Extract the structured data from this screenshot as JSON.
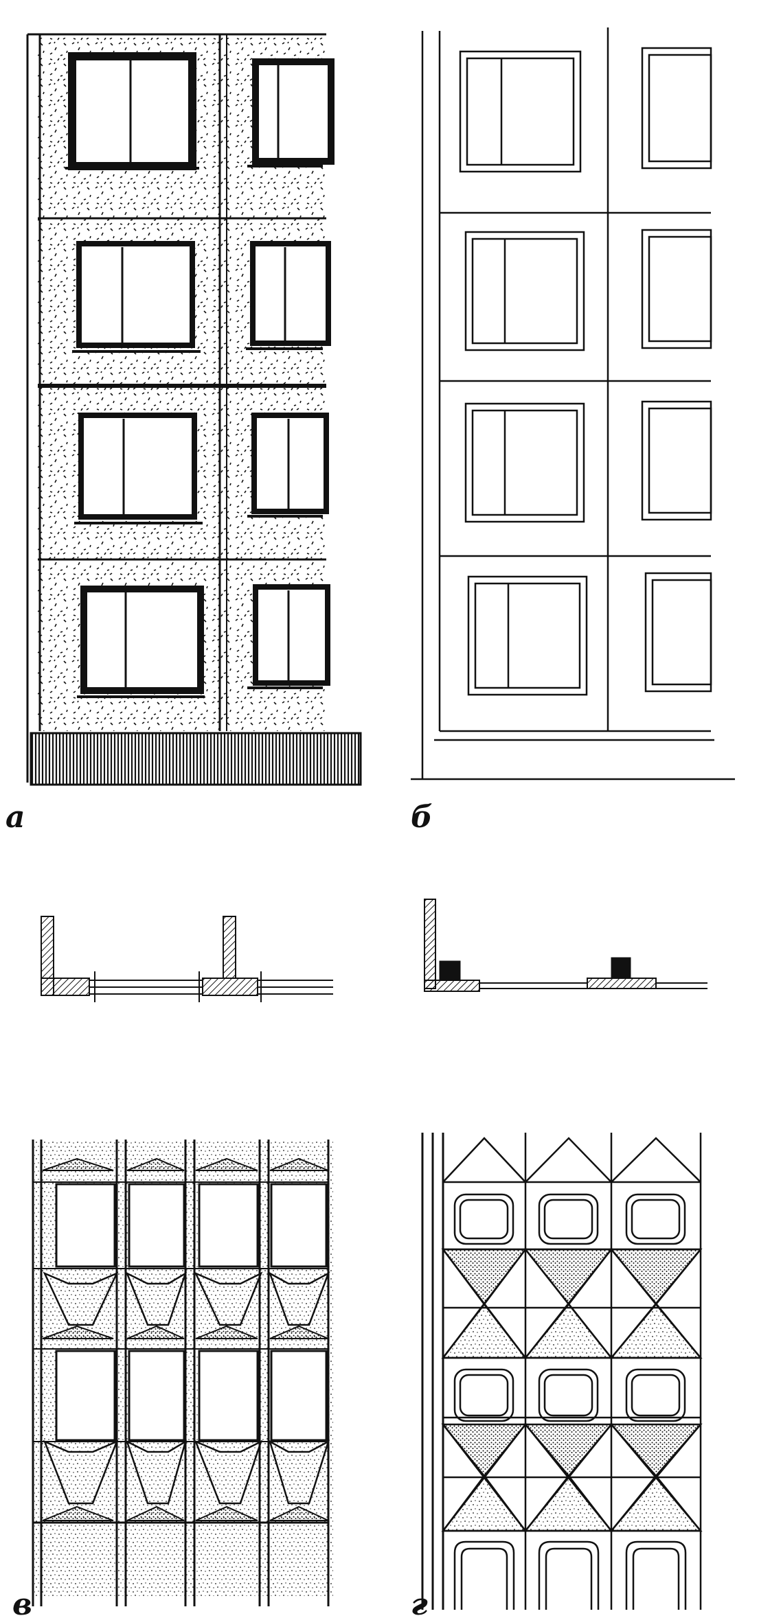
{
  "figure": {
    "panels": [
      {
        "id": "a",
        "label": "а"
      },
      {
        "id": "b",
        "label": "б"
      },
      {
        "id": "v",
        "label": "в"
      },
      {
        "id": "g",
        "label": "г"
      }
    ]
  },
  "colors": {
    "ink": "#111111",
    "paper": "#ffffff",
    "hatch": "#111111"
  }
}
